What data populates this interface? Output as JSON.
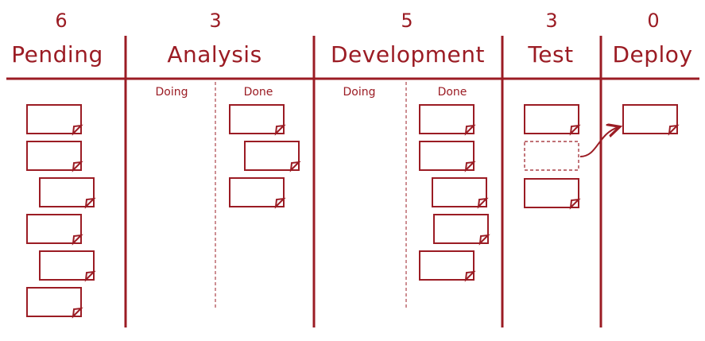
{
  "colors": {
    "accent": "#9b1c24"
  },
  "board": {
    "columns": [
      {
        "id": "pending",
        "title": "Pending",
        "count": "6"
      },
      {
        "id": "analysis",
        "title": "Analysis",
        "count": "3",
        "doing": "Doing",
        "done": "Done"
      },
      {
        "id": "development",
        "title": "Development",
        "count": "5",
        "doing": "Doing",
        "done": "Done"
      },
      {
        "id": "test",
        "title": "Test",
        "count": "3"
      },
      {
        "id": "deploy",
        "title": "Deploy",
        "count": "0"
      }
    ]
  },
  "cards": {
    "pending": 6,
    "analysis_doing": 0,
    "analysis_done": 3,
    "development_doing": 0,
    "development_done": 5,
    "test": 2,
    "test_placeholder": 1,
    "deploy": 1
  }
}
